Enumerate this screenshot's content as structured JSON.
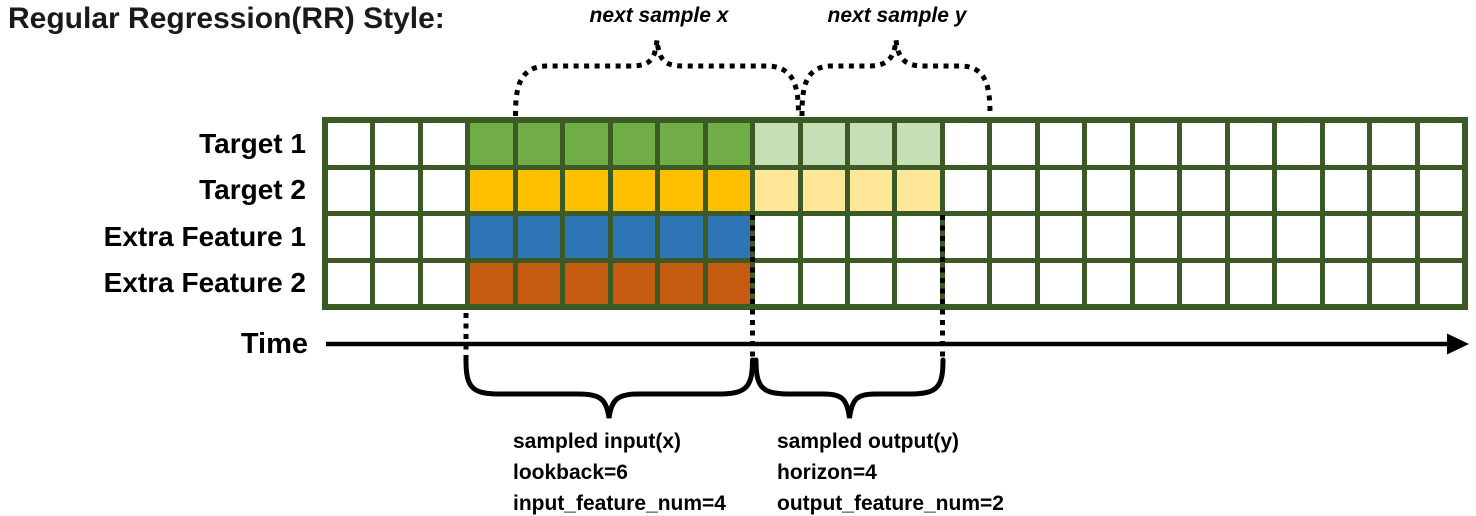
{
  "title": "Regular Regression(RR) Style:",
  "top_annotations": {
    "next_sample_x": "next sample x",
    "next_sample_y": "next sample y"
  },
  "grid": {
    "columns": 24,
    "border_color": "#3C5A26",
    "empty_cell_color": "#FFFFFF",
    "rows": [
      {
        "label": "Target 1",
        "empty_before": 3,
        "input_cells": 6,
        "output_cells": 4,
        "input_color": "#70AD47",
        "output_color": "#C5E0B4"
      },
      {
        "label": "Target 2",
        "empty_before": 3,
        "input_cells": 6,
        "output_cells": 4,
        "input_color": "#FFC000",
        "output_color": "#FFE699"
      },
      {
        "label": "Extra Feature 1",
        "empty_before": 3,
        "input_cells": 6,
        "output_cells": 0,
        "input_color": "#2E75B6",
        "output_color": null
      },
      {
        "label": "Extra Feature 2",
        "empty_before": 3,
        "input_cells": 6,
        "output_cells": 0,
        "input_color": "#C55A11",
        "output_color": null
      }
    ]
  },
  "time_axis": {
    "label": "Time",
    "color": "#000000"
  },
  "bottom_annotations": {
    "input": {
      "lines": [
        "sampled input(x)",
        "lookback=6",
        "input_feature_num=4"
      ]
    },
    "output": {
      "lines": [
        "sampled output(y)",
        "horizon=4",
        "output_feature_num=2"
      ]
    }
  }
}
